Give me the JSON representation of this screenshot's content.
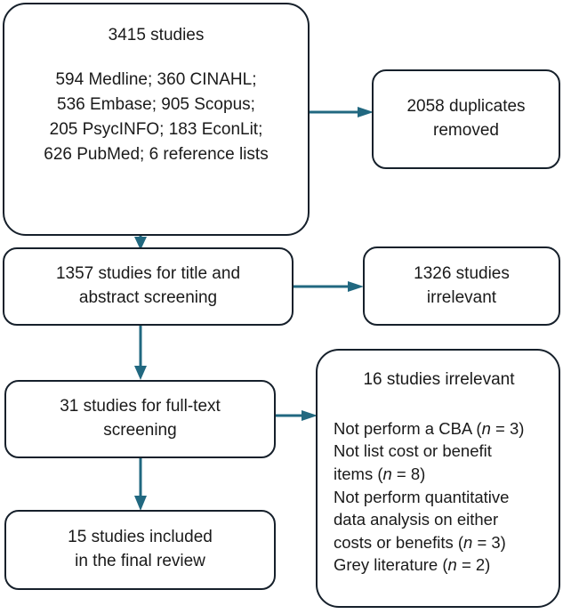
{
  "diagram": {
    "title": "PRISMA study selection flow diagram",
    "accent_color": "#216880",
    "border_color": "#16202b",
    "text_color": "#1a1a1a",
    "background": "#ffffff"
  },
  "boxes": {
    "identification": {
      "heading": "3415 studies",
      "sources": [
        "594 Medline; 360 CINAHL;",
        "536 Embase; 905 Scopus;",
        "205 PsycINFO; 183 EconLit;",
        "626 PubMed; 6 reference lists"
      ]
    },
    "duplicates": {
      "line1": "2058 duplicates",
      "line2": "removed"
    },
    "title_abstract": {
      "line1": "1357 studies for title and",
      "line2": "abstract screening"
    },
    "irrelevant_screening": {
      "line1": "1326 studies",
      "line2": "irrelevant"
    },
    "fulltext": {
      "line1": "31 studies for full-text",
      "line2": "screening"
    },
    "exclusions": {
      "heading": "16 studies irrelevant",
      "reasons": [
        {
          "text_before": "Not perform a CBA (",
          "n_symbol": "n",
          "text_after": " = 3)"
        },
        {
          "text_before": "Not list cost or benefit",
          "n_symbol": "",
          "text_after": ""
        },
        {
          "text_before": "items (",
          "n_symbol": "n",
          "text_after": " = 8)"
        },
        {
          "text_before": "Not perform quantitative",
          "n_symbol": "",
          "text_after": ""
        },
        {
          "text_before": "data analysis on either",
          "n_symbol": "",
          "text_after": ""
        },
        {
          "text_before": "costs or benefits (",
          "n_symbol": "n",
          "text_after": " = 3)"
        },
        {
          "text_before": "Grey literature (",
          "n_symbol": "n",
          "text_after": " = 2)"
        }
      ]
    },
    "included": {
      "line1": "15 studies included",
      "line2": "in the final review"
    }
  },
  "connectors": [
    {
      "name": "identification-to-duplicates",
      "direction": "right"
    },
    {
      "name": "identification-to-title-abstract",
      "direction": "down"
    },
    {
      "name": "title-abstract-to-irrelevant",
      "direction": "right"
    },
    {
      "name": "title-abstract-to-fulltext",
      "direction": "down"
    },
    {
      "name": "fulltext-to-exclusions",
      "direction": "right"
    },
    {
      "name": "fulltext-to-included",
      "direction": "down"
    }
  ]
}
